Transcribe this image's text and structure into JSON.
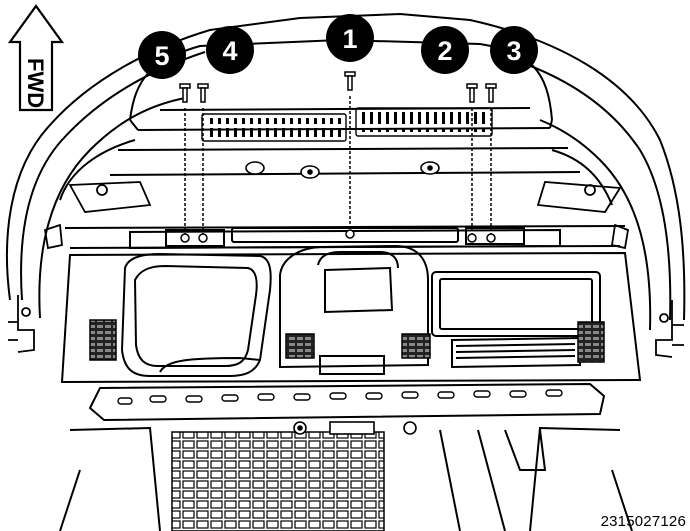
{
  "direction_label": "FWD",
  "callouts": [
    {
      "label": "1",
      "part": "center-screw"
    },
    {
      "label": "2",
      "part": "right-inner-screw"
    },
    {
      "label": "3",
      "part": "right-outer-screw"
    },
    {
      "label": "4",
      "part": "left-inner-screw"
    },
    {
      "label": "5",
      "part": "left-outer-screw"
    }
  ],
  "figure_id": "2315027126"
}
